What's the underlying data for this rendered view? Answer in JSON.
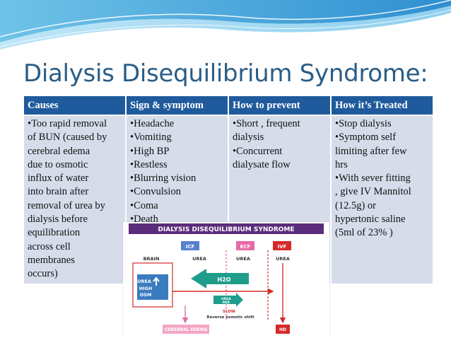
{
  "slide": {
    "title": "Dialysis Disequilibrium Syndrome:"
  },
  "table": {
    "headers": [
      "Causes",
      "Sign & symptom",
      "How to prevent",
      "How it’s Treated"
    ],
    "causes_lines": [
      "•Too rapid removal",
      "of BUN (caused by",
      "cerebral edema",
      "due to osmotic",
      "influx of water",
      "into brain after",
      "removal of urea by",
      "dialysis before",
      "equilibration",
      "across cell",
      "membranes",
      "occurs)"
    ],
    "symptom_lines": [
      "•Headache",
      "•Vomiting",
      "•High BP",
      "•Restless",
      "•Blurring vision",
      "•Convulsion",
      "•Coma",
      "•Death"
    ],
    "prevent_lines": [
      "•Short , frequent",
      "dialysis",
      "•Concurrent",
      "dialysate flow"
    ],
    "treated_lines": [
      "•Stop dialysis",
      "•Symptom self",
      "limiting after few",
      "hrs",
      "•With sever fitting",
      ", give IV Mannitol",
      "(12.5g) or",
      "hypertonic saline",
      "(5ml of 23% )"
    ]
  },
  "diagram": {
    "title": "DIALYSIS DISEQUILIBRIUM SYNDROME",
    "icf": "ICF",
    "ecf": "ECF",
    "ivf": "IVF",
    "brain": "BRAIN",
    "urea_1": "UREA",
    "urea_2": "UREA",
    "urea_3": "UREA",
    "h2o": "H2O",
    "brain_urea_1": "UREA",
    "brain_urea_2": "HIGH",
    "brain_urea_3": "OSM",
    "small_urea_1": "UREA",
    "small_urea_2": "RED",
    "slow": "SLOW",
    "reverse": "Reverse osmotic shift",
    "cerebral_edema": "CEREBRAL EDEMA",
    "hd": "HD",
    "colors": {
      "title_bar": "#5b2c7a",
      "icf": "#5a7fd0",
      "ecf": "#e66aa6",
      "ivf": "#d62a2a",
      "blue_box": "#3a7cc0",
      "teal": "#1f9d8c",
      "pink": "#f3a6c4",
      "red": "#d62a2a"
    }
  }
}
